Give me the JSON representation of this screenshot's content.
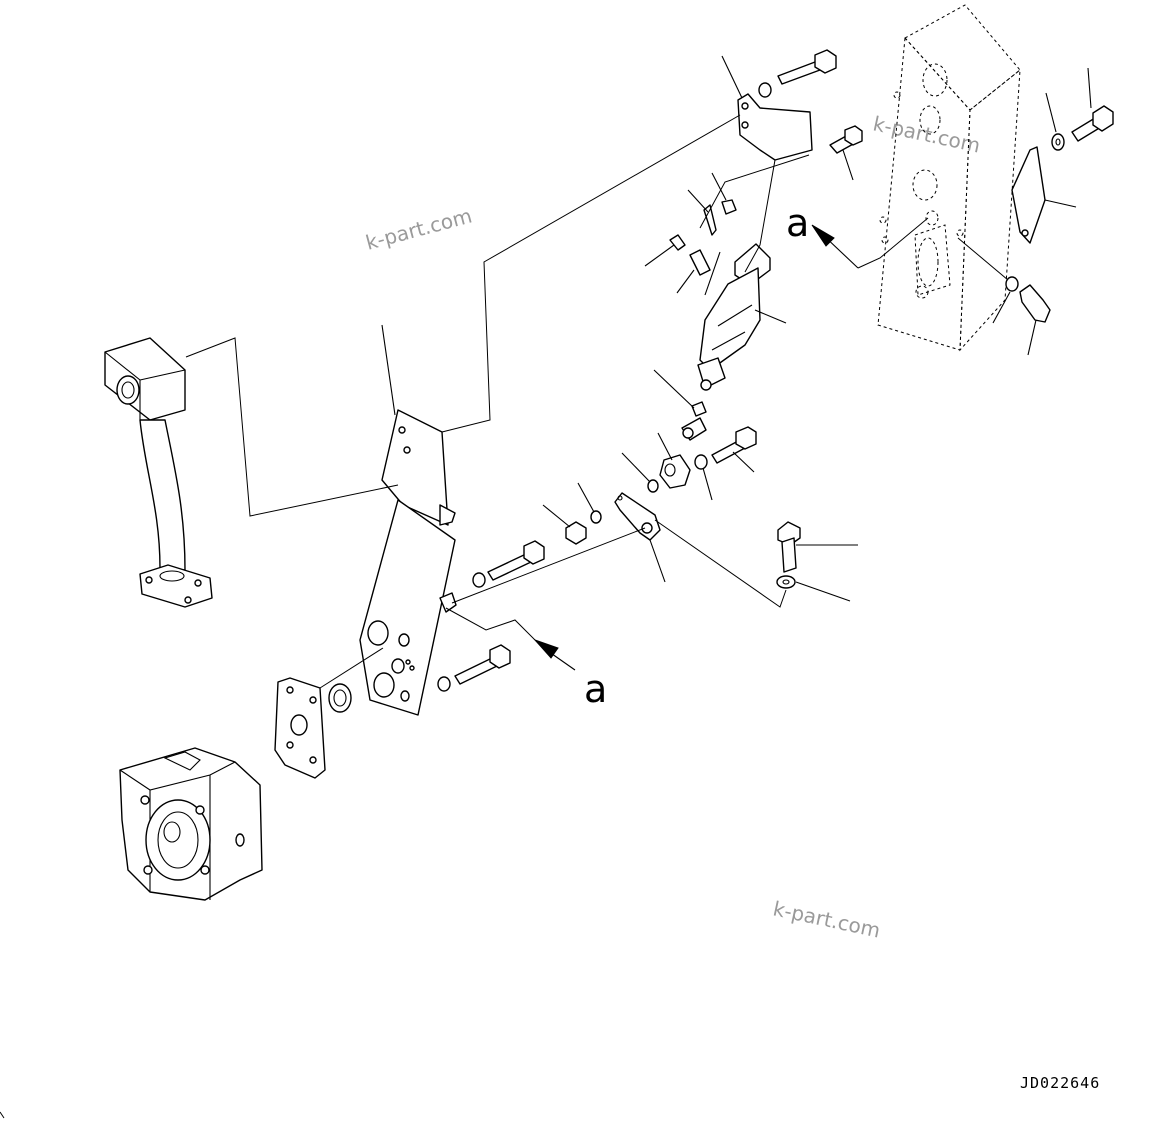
{
  "view_labels": {
    "upper": "a",
    "lower": "a"
  },
  "watermarks": [
    "k-part.com",
    "k-part.com",
    "k-part.com",
    "k-part.com"
  ],
  "drawing_code": "JD022646"
}
